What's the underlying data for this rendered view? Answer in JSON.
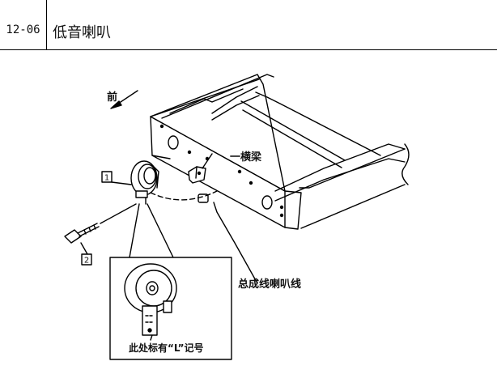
{
  "header": {
    "section_code": "12-06",
    "title": "低音喇叭"
  },
  "diagram": {
    "direction_label": "前",
    "crossbeam_label": "一横梁",
    "harness_label": "总成线喇叭线",
    "marking_note": "此处标有“L”记号",
    "callouts": [
      "1",
      "2"
    ]
  }
}
